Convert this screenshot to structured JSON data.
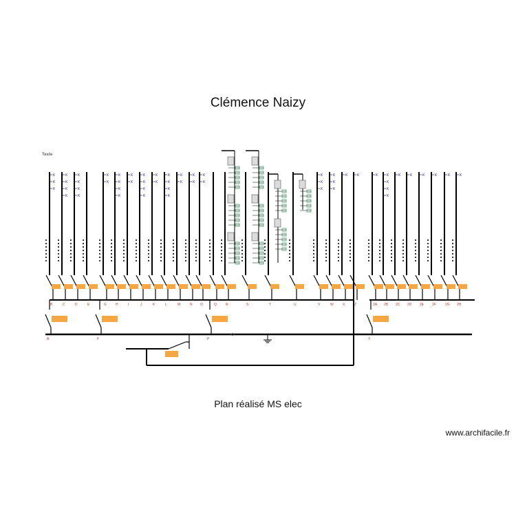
{
  "header": {
    "title": "Clémence Naizy"
  },
  "label_text": "Texte",
  "footer": {
    "plan_label": "Plan réalisé MS elec"
  },
  "credit": "www.archifacile.fr",
  "colors": {
    "line": "#000000",
    "breaker_label": "#f4a742",
    "circuit_label": "#c0392b",
    "device_text": "#1a1aa6",
    "fixture_green": "#2e8b57"
  },
  "circuits": [
    {
      "code": "B",
      "devices": 3
    },
    {
      "code": "C",
      "devices": 4
    },
    {
      "code": "D",
      "devices": 4
    },
    {
      "code": "E",
      "devices": 0
    },
    {
      "code": "G",
      "devices": 2
    },
    {
      "code": "H",
      "devices": 4
    },
    {
      "code": "I",
      "devices": 2
    },
    {
      "code": "J",
      "devices": 4
    },
    {
      "code": "K",
      "devices": 2
    },
    {
      "code": "L",
      "devices": 4
    },
    {
      "code": "M",
      "devices": 2
    },
    {
      "code": "N",
      "devices": 2
    },
    {
      "code": "O",
      "devices": 2
    },
    {
      "code": "Q",
      "devices": 0
    },
    {
      "code": "R",
      "devices": 0
    },
    {
      "code": "S",
      "devices": 0
    },
    {
      "code": "T",
      "devices": 0
    },
    {
      "code": "U",
      "devices": 0
    },
    {
      "code": "V",
      "devices": 3
    },
    {
      "code": "W",
      "devices": 3
    },
    {
      "code": "X",
      "devices": 1
    },
    {
      "code": "Z",
      "devices": 1
    },
    {
      "code": "2A",
      "devices": 1
    },
    {
      "code": "2B",
      "devices": 4
    },
    {
      "code": "2C",
      "devices": 1
    },
    {
      "code": "2D",
      "devices": 1
    },
    {
      "code": "2E",
      "devices": 1
    },
    {
      "code": "2F",
      "devices": 1
    },
    {
      "code": "2G",
      "devices": 1
    },
    {
      "code": "2H",
      "devices": 1
    }
  ],
  "main_breakers": [
    {
      "code": "A"
    },
    {
      "code": "F"
    },
    {
      "code": "P"
    },
    {
      "code": "Y"
    }
  ]
}
